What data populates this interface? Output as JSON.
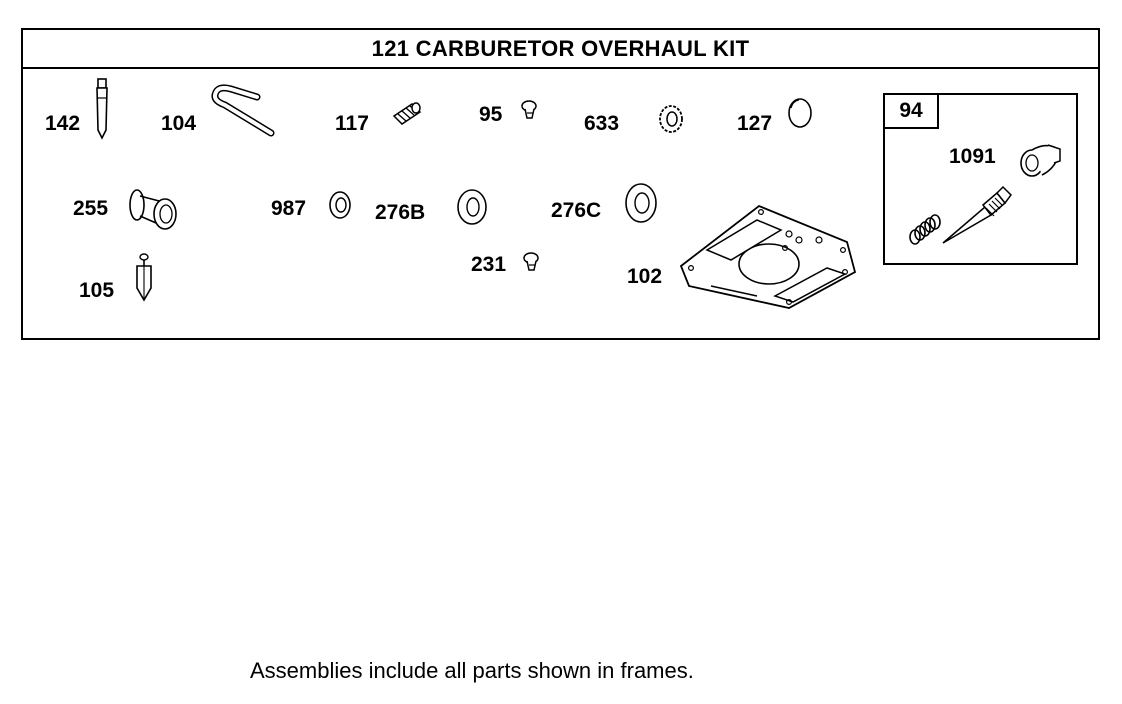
{
  "kit": {
    "title": "121 CARBURETOR OVERHAUL KIT",
    "parts": [
      {
        "ref": "142",
        "icon": "pin-icon"
      },
      {
        "ref": "104",
        "icon": "bent-rod-icon"
      },
      {
        "ref": "117",
        "icon": "screw-icon"
      },
      {
        "ref": "95",
        "icon": "small-screw-icon"
      },
      {
        "ref": "633",
        "icon": "o-ring-icon"
      },
      {
        "ref": "127",
        "icon": "welch-plug-icon"
      },
      {
        "ref": "255",
        "icon": "bushing-icon"
      },
      {
        "ref": "987",
        "icon": "seal-ring-icon"
      },
      {
        "ref": "276B",
        "icon": "washer-icon"
      },
      {
        "ref": "276C",
        "icon": "washer-icon"
      },
      {
        "ref": "231",
        "icon": "small-screw-icon"
      },
      {
        "ref": "102",
        "icon": "gasket-icon"
      },
      {
        "ref": "105",
        "icon": "needle-valve-icon"
      }
    ],
    "subassembly": {
      "ref": "94",
      "parts": [
        {
          "ref": "1091",
          "icon": "knob-cap-icon"
        },
        {
          "ref": "",
          "icon": "needle-screw-icon"
        },
        {
          "ref": "",
          "icon": "spring-icon"
        }
      ]
    }
  },
  "footnote": "Assemblies include all parts shown in frames."
}
